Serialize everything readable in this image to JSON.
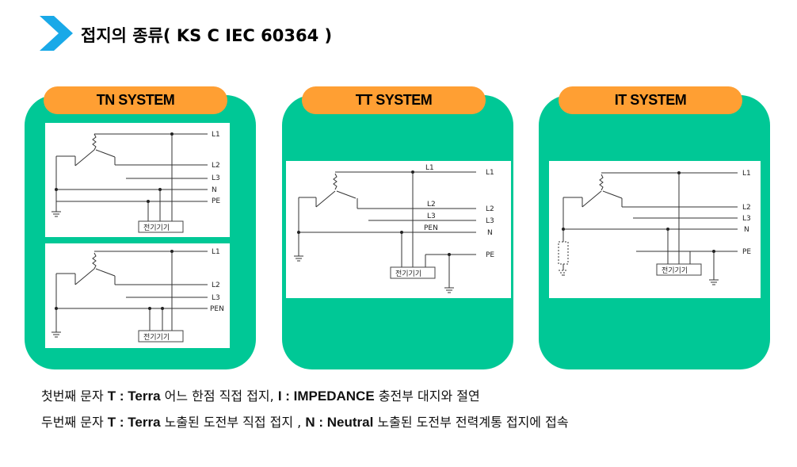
{
  "header": {
    "title": "접지의 종류( KS C IEC 60364 )",
    "icon": "chevron-right-icon",
    "icon_color": "#19a9e8"
  },
  "colors": {
    "panel": "#00c896",
    "pill": "#ff9f33"
  },
  "panels": [
    {
      "label": "TN SYSTEM"
    },
    {
      "label": "TT SYSTEM"
    },
    {
      "label": "IT SYSTEM"
    }
  ],
  "diagrams": {
    "tn_s": {
      "lines": [
        "L1",
        "L2",
        "L3",
        "N",
        "PE"
      ],
      "device": "전기기기"
    },
    "tn_c": {
      "lines": [
        "L1",
        "L2",
        "L3",
        "PEN"
      ],
      "device": "전기기기"
    },
    "tt": {
      "line_labels": [
        "L1",
        "L2",
        "L3",
        "PEN"
      ],
      "bus_labels": [
        "L1",
        "L2",
        "L3",
        "N",
        "PE"
      ],
      "device": "전기기기"
    },
    "it": {
      "lines": [
        "L1",
        "L2",
        "L3",
        "N",
        "PE"
      ],
      "device": "전기기기"
    }
  },
  "notes": {
    "line1": {
      "prefix": "첫번째 문자 ",
      "t": "T : Terra",
      "mid": "  어느 한점 직접 접지, ",
      "i": "I : IMPEDANCE",
      "suffix": " 충전부 대지와 절연"
    },
    "line2": {
      "prefix": "두번째 문자 ",
      "t": "T : Terra",
      "mid": "  노출된 도전부 직접 접지  , ",
      "n": "N : Neutral",
      "suffix": " 노출된 도전부 전력계통 접지에 접속"
    }
  }
}
